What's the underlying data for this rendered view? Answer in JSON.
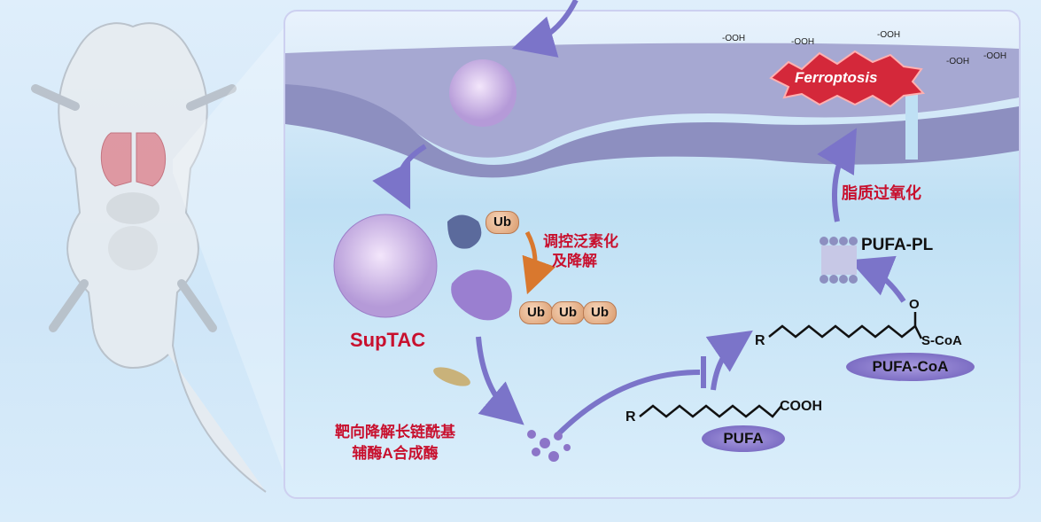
{
  "membrane": {
    "ooh_labels": [
      "-OOH",
      "-OOH",
      "-OOH",
      "-OOH",
      "-OOH"
    ],
    "ferroptosis": "Ferroptosis"
  },
  "ubiquitin": {
    "single": "Ub",
    "chain": [
      "Ub",
      "Ub",
      "Ub"
    ],
    "label_line1": "调控泛素化",
    "label_line2": "及降解"
  },
  "suptac": {
    "name": "SupTAC",
    "label_line1": "靶向降解长链酰基",
    "label_line2": "辅酶A合成酶"
  },
  "pufa": {
    "r": "R",
    "cooh": "COOH",
    "badge": "PUFA"
  },
  "pufa_coa": {
    "r": "R",
    "o": "O",
    "scoa": "S-CoA",
    "badge": "PUFA-CoA"
  },
  "pufa_pl": {
    "label": "PUFA-PL"
  },
  "lipid_peroxidation": "脂质过氧化",
  "colors": {
    "accent_red": "#c8102e",
    "arrow": "#7b74c9",
    "membrane": "#8d8fc0",
    "badge": "#7d6fc4"
  }
}
